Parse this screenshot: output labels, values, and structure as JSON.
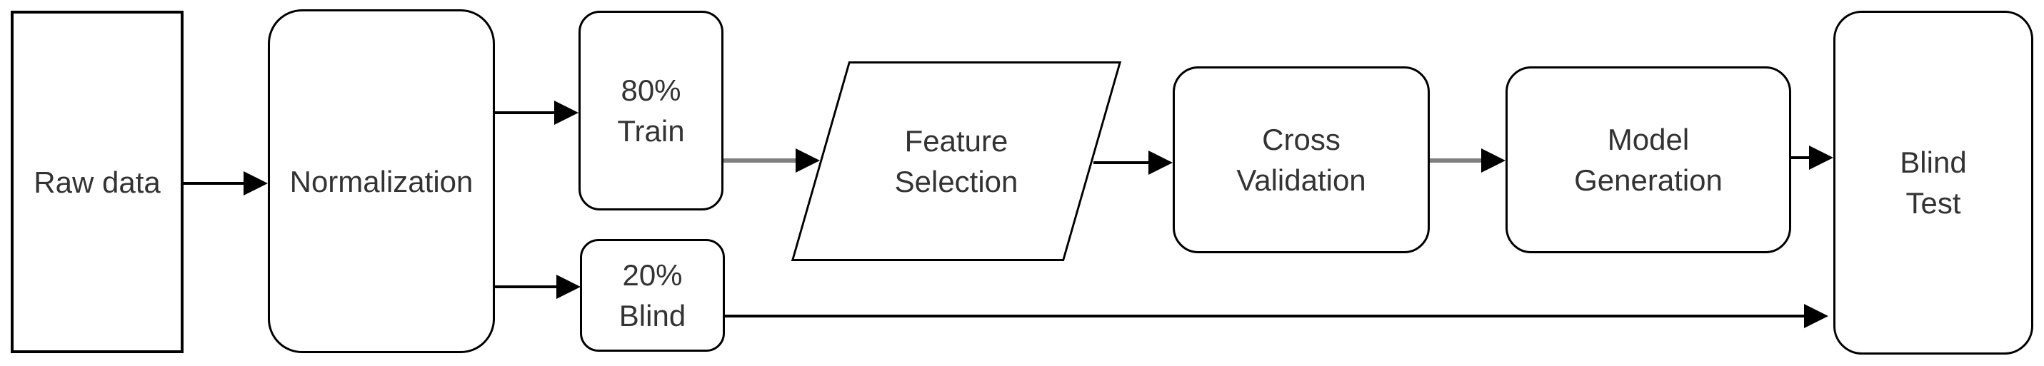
{
  "diagram": {
    "type": "flowchart",
    "description": "Machine-learning pipeline flowchart",
    "nodes": [
      {
        "id": "raw-data",
        "shape": "rectangle",
        "lines": [
          "Raw data"
        ]
      },
      {
        "id": "normalization",
        "shape": "rounded-rectangle",
        "lines": [
          "Normalization"
        ]
      },
      {
        "id": "train-split",
        "shape": "rounded-rectangle",
        "lines": [
          "80%",
          "Train"
        ]
      },
      {
        "id": "blind-split",
        "shape": "rounded-rectangle",
        "lines": [
          "20%",
          "Blind"
        ]
      },
      {
        "id": "feature-selection",
        "shape": "parallelogram",
        "lines": [
          "Feature",
          "Selection"
        ]
      },
      {
        "id": "cross-validation",
        "shape": "rounded-rectangle",
        "lines": [
          "Cross",
          "Validation"
        ]
      },
      {
        "id": "model-generation",
        "shape": "rounded-rectangle",
        "lines": [
          "Model",
          "Generation"
        ]
      },
      {
        "id": "blind-test",
        "shape": "rounded-rectangle",
        "lines": [
          "Blind",
          "Test"
        ]
      }
    ],
    "edges": [
      {
        "from": "raw-data",
        "to": "normalization",
        "connector_color": "black"
      },
      {
        "from": "normalization",
        "to": "train-split",
        "connector_color": "black"
      },
      {
        "from": "normalization",
        "to": "blind-split",
        "connector_color": "black"
      },
      {
        "from": "train-split",
        "to": "feature-selection",
        "connector_color": "gray"
      },
      {
        "from": "feature-selection",
        "to": "cross-validation",
        "connector_color": "black"
      },
      {
        "from": "cross-validation",
        "to": "model-generation",
        "connector_color": "gray"
      },
      {
        "from": "model-generation",
        "to": "blind-test",
        "connector_color": "black"
      },
      {
        "from": "blind-split",
        "to": "blind-test",
        "connector_color": "black"
      }
    ],
    "colors": {
      "line": "#000000",
      "connector_gray": "#808080",
      "text": "#333333",
      "background": "#ffffff"
    }
  }
}
